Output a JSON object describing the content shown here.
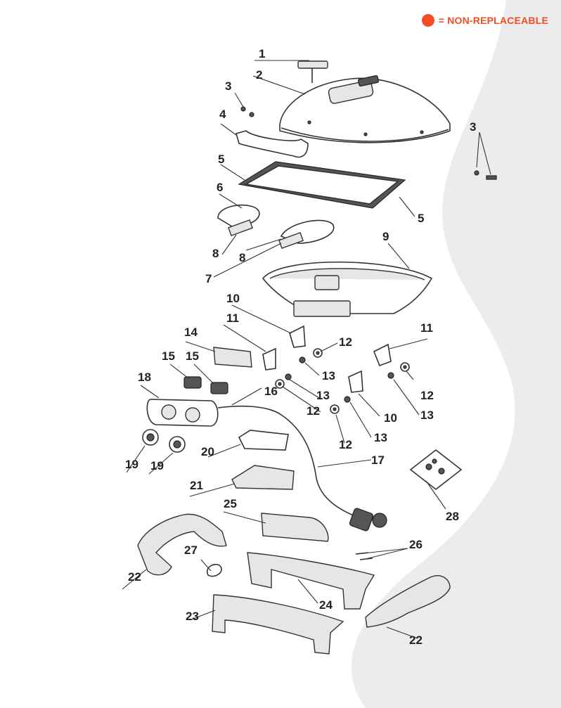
{
  "legend": {
    "text": "= NON-REPLACEABLE",
    "color": "#f04e23"
  },
  "colors": {
    "accent": "#f04e23",
    "background_shape": "#ececee",
    "ink": "#333333"
  },
  "parts": [
    {
      "id": "1",
      "name": "part-1"
    },
    {
      "id": "2",
      "name": "part-2"
    },
    {
      "id": "3",
      "name": "part-3"
    },
    {
      "id": "4",
      "name": "part-4"
    },
    {
      "id": "5",
      "name": "part-5"
    },
    {
      "id": "6",
      "name": "part-6"
    },
    {
      "id": "7",
      "name": "part-7"
    },
    {
      "id": "8",
      "name": "part-8"
    },
    {
      "id": "9",
      "name": "part-9"
    },
    {
      "id": "10",
      "name": "part-10"
    },
    {
      "id": "11",
      "name": "part-11"
    },
    {
      "id": "12",
      "name": "part-12"
    },
    {
      "id": "13",
      "name": "part-13"
    },
    {
      "id": "14",
      "name": "part-14"
    },
    {
      "id": "15",
      "name": "part-15"
    },
    {
      "id": "16",
      "name": "part-16"
    },
    {
      "id": "17",
      "name": "part-17"
    },
    {
      "id": "18",
      "name": "part-18"
    },
    {
      "id": "19",
      "name": "part-19"
    },
    {
      "id": "20",
      "name": "part-20"
    },
    {
      "id": "21",
      "name": "part-21"
    },
    {
      "id": "22",
      "name": "part-22"
    },
    {
      "id": "23",
      "name": "part-23"
    },
    {
      "id": "24",
      "name": "part-24"
    },
    {
      "id": "25",
      "name": "part-25"
    },
    {
      "id": "26",
      "name": "part-26"
    },
    {
      "id": "27",
      "name": "part-27"
    },
    {
      "id": "28",
      "name": "part-28"
    }
  ]
}
